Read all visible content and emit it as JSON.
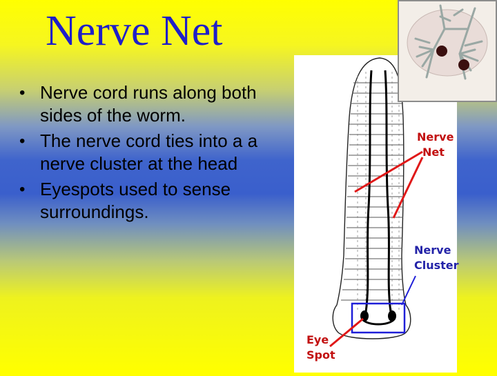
{
  "slide": {
    "title": "Nerve Net",
    "bullets": [
      "Nerve cord runs along both sides  of the worm.",
      "The nerve cord ties into a a nerve cluster at the head",
      "Eyespots used to sense surroundings."
    ]
  },
  "diagram": {
    "labels": {
      "nerve_net": [
        "Nerve",
        "Net"
      ],
      "nerve_cluster": [
        "Nerve",
        "Cluster"
      ],
      "eye_spot": [
        "Eye",
        "Spot"
      ]
    },
    "colors": {
      "net_label": "#c21010",
      "cluster_label": "#2323a8",
      "eye_label": "#c21010",
      "pointer_red": "#e01818",
      "pointer_blue": "#1e1ed8"
    }
  },
  "icons": {
    "bullet": "•"
  }
}
